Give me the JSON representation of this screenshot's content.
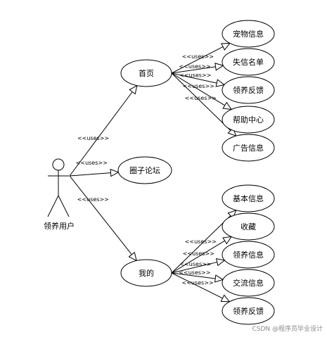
{
  "actor": {
    "label": "领养用户"
  },
  "use_cases": [
    {
      "id": "home",
      "label": "首页"
    },
    {
      "id": "forum",
      "label": "圈子论坛"
    },
    {
      "id": "mine",
      "label": "我的"
    },
    {
      "id": "pet_info",
      "label": "宠物信息"
    },
    {
      "id": "lost_list",
      "label": "失信名单"
    },
    {
      "id": "adopt_feedback",
      "label": "领养反馈"
    },
    {
      "id": "help_center",
      "label": "帮助中心"
    },
    {
      "id": "ad_info",
      "label": "广告信息"
    },
    {
      "id": "basic_info",
      "label": "基本信息"
    },
    {
      "id": "favorites",
      "label": "收藏"
    },
    {
      "id": "adopt_info",
      "label": "领养信息"
    },
    {
      "id": "exchange_info",
      "label": "交流信息"
    },
    {
      "id": "adopt_feedback_2",
      "label": "领养反馈"
    }
  ],
  "relationship_label": "<<uses>>",
  "relationships": [
    {
      "from": "actor",
      "to": "home"
    },
    {
      "from": "actor",
      "to": "forum"
    },
    {
      "from": "actor",
      "to": "mine"
    },
    {
      "from": "home",
      "to": "pet_info"
    },
    {
      "from": "home",
      "to": "lost_list"
    },
    {
      "from": "home",
      "to": "adopt_feedback"
    },
    {
      "from": "home",
      "to": "help_center"
    },
    {
      "from": "home",
      "to": "ad_info"
    },
    {
      "from": "mine",
      "to": "basic_info"
    },
    {
      "from": "mine",
      "to": "favorites"
    },
    {
      "from": "mine",
      "to": "adopt_info"
    },
    {
      "from": "mine",
      "to": "exchange_info"
    },
    {
      "from": "mine",
      "to": "adopt_feedback_2"
    }
  ],
  "watermark": "CSDN @程序员毕业设计",
  "colors": {
    "stroke": "#000000",
    "background": "#ffffff",
    "watermark": "#8a8a8a"
  }
}
